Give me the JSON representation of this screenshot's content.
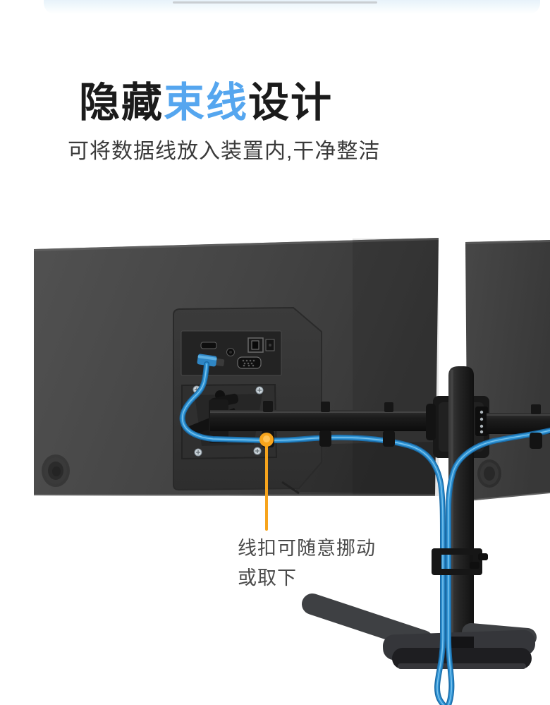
{
  "header": {
    "title_parts": [
      {
        "text": "隐藏",
        "color": "#1b1b1b"
      },
      {
        "text": "束线",
        "color": "#55a6ef"
      },
      {
        "text": "设计",
        "color": "#1b1b1b"
      }
    ],
    "subtitle": "可将数据线放入装置内,干净整洁"
  },
  "annotation": {
    "line1": "线扣可随意挪动",
    "line2": "或取下",
    "marker": "orange-dot-callout"
  },
  "colors": {
    "accent_blue": "#55a6ef",
    "marker_orange": "#f7a41c",
    "cable_blue": "#2f93d4",
    "monitor_grey": "#454545",
    "background": "#ffffff"
  },
  "illustration": {
    "type": "product-render",
    "subject": "dual-monitor-desk-stand-rear-view",
    "elements": [
      "left-monitor-back",
      "right-monitor-back",
      "io-port-panel",
      "vesa-plate",
      "monitor-arm",
      "arm-cable-clips",
      "center-pole",
      "pole-cable-clip",
      "desk-base",
      "blue-data-cables"
    ],
    "callout_target": "cable-clip-on-arm"
  }
}
